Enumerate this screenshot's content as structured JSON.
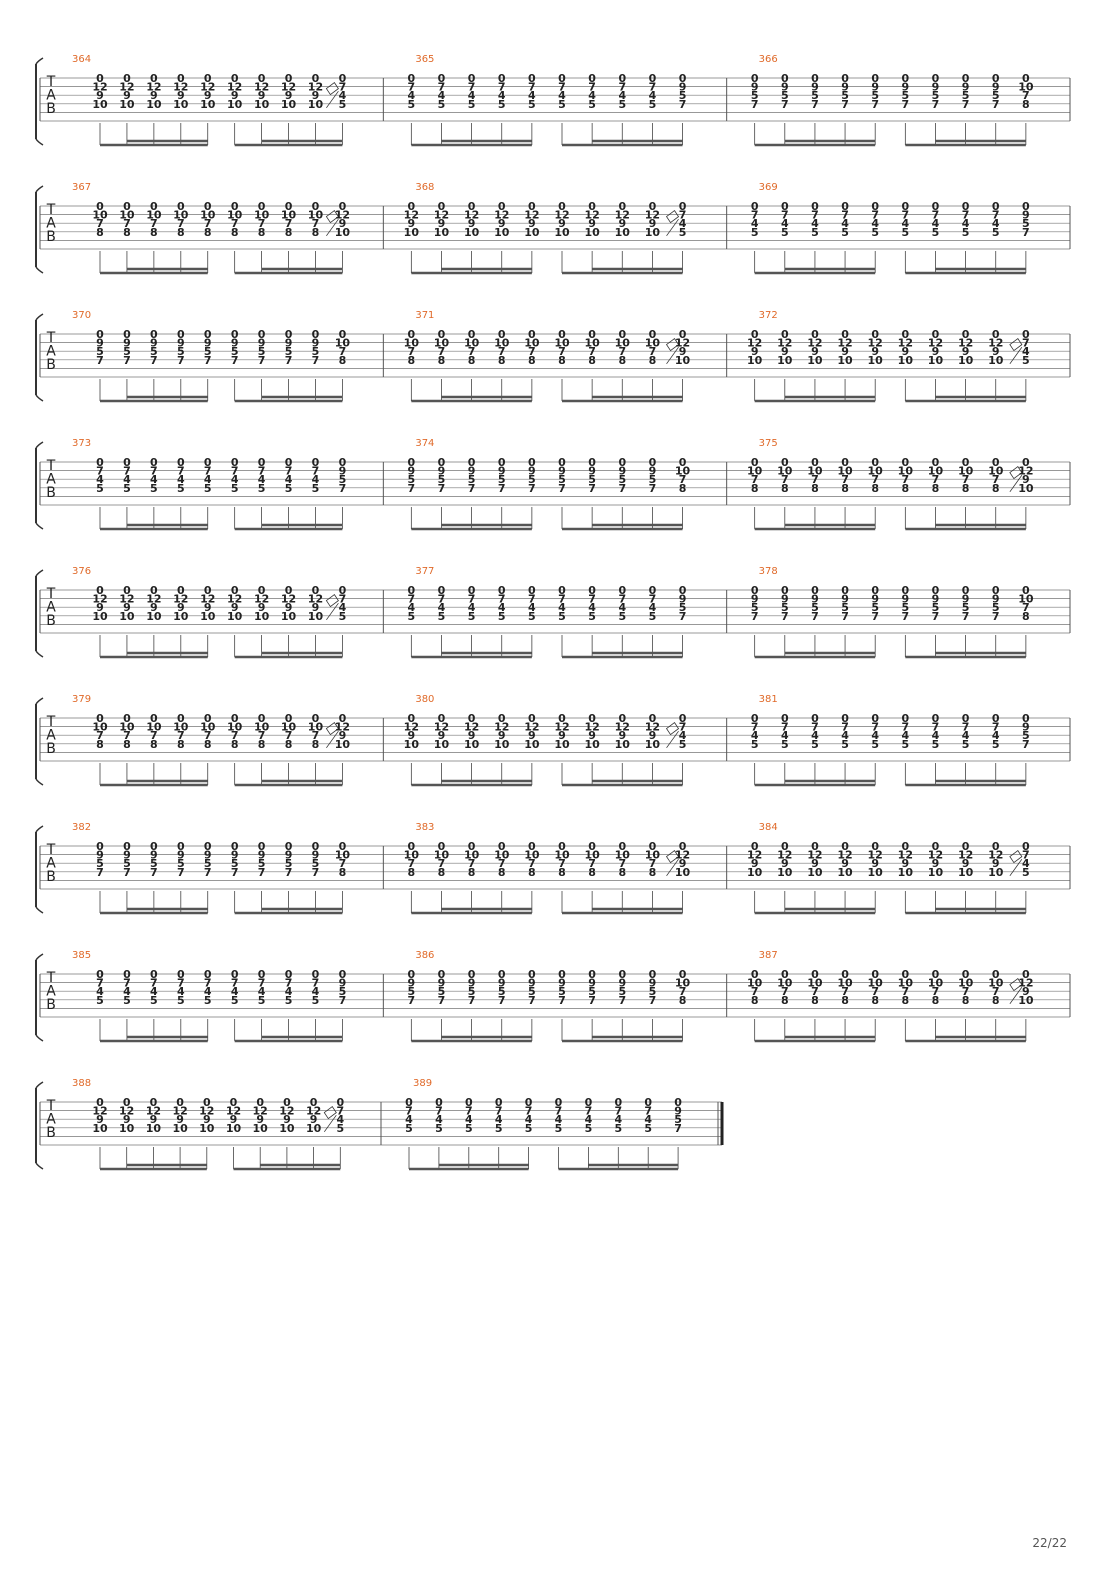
{
  "page": {
    "number": "22/22"
  },
  "tab_clef": [
    "T",
    "A",
    "B"
  ],
  "colors": {
    "measure_number": "#e06a2a",
    "ink": "#222222",
    "line": "#777777",
    "beam": "#555555"
  },
  "measures": [
    {
      "number": "364",
      "top": "0",
      "mid": "12",
      "low1": "9",
      "low2": "10",
      "end_top": "7",
      "end_mid": "4",
      "end_low": "5"
    },
    {
      "number": "365",
      "top": "0",
      "mid": "7",
      "low1": "4",
      "low2": "5",
      "last_mid": "9",
      "last_low1": "5",
      "last_low2": "7"
    },
    {
      "number": "366",
      "top": "0",
      "mid": "9",
      "low1": "5",
      "low2": "7",
      "last_mid": "10",
      "last_low1": "7",
      "last_low2": "8"
    },
    {
      "number": "367",
      "top": "0",
      "mid": "10",
      "low1": "7",
      "low2": "8",
      "end_top": "12",
      "end_mid": "9",
      "end_low": "10"
    },
    {
      "number": "368",
      "top": "0",
      "mid": "12",
      "low1": "9",
      "low2": "10",
      "end_top": "7",
      "end_mid": "4",
      "end_low": "5"
    },
    {
      "number": "369",
      "top": "0",
      "mid": "7",
      "low1": "4",
      "low2": "5",
      "last_mid": "9",
      "last_low1": "5",
      "last_low2": "7"
    },
    {
      "number": "370",
      "top": "0",
      "mid": "9",
      "low1": "5",
      "low2": "7",
      "last_mid": "10",
      "last_low1": "7",
      "last_low2": "8"
    },
    {
      "number": "371",
      "top": "0",
      "mid": "10",
      "low1": "7",
      "low2": "8",
      "end_top": "12",
      "end_mid": "9",
      "end_low": "10"
    },
    {
      "number": "372",
      "top": "0",
      "mid": "12",
      "low1": "9",
      "low2": "10",
      "end_top": "7",
      "end_mid": "4",
      "end_low": "5"
    },
    {
      "number": "373",
      "top": "0",
      "mid": "7",
      "low1": "4",
      "low2": "5",
      "last_mid": "9",
      "last_low1": "5",
      "last_low2": "7"
    },
    {
      "number": "374",
      "top": "0",
      "mid": "9",
      "low1": "5",
      "low2": "7",
      "last_mid": "10",
      "last_low1": "7",
      "last_low2": "8"
    },
    {
      "number": "375",
      "top": "0",
      "mid": "10",
      "low1": "7",
      "low2": "8",
      "end_top": "12",
      "end_mid": "9",
      "end_low": "10"
    },
    {
      "number": "376",
      "top": "0",
      "mid": "12",
      "low1": "9",
      "low2": "10",
      "end_top": "7",
      "end_mid": "4",
      "end_low": "5"
    },
    {
      "number": "377",
      "top": "0",
      "mid": "7",
      "low1": "4",
      "low2": "5",
      "last_mid": "9",
      "last_low1": "5",
      "last_low2": "7"
    },
    {
      "number": "378",
      "top": "0",
      "mid": "9",
      "low1": "5",
      "low2": "7",
      "last_mid": "10",
      "last_low1": "7",
      "last_low2": "8"
    },
    {
      "number": "379",
      "top": "0",
      "mid": "10",
      "low1": "7",
      "low2": "8",
      "end_top": "12",
      "end_mid": "9",
      "end_low": "10"
    },
    {
      "number": "380",
      "top": "0",
      "mid": "12",
      "low1": "9",
      "low2": "10",
      "end_top": "7",
      "end_mid": "4",
      "end_low": "5"
    },
    {
      "number": "381",
      "top": "0",
      "mid": "7",
      "low1": "4",
      "low2": "5",
      "last_mid": "9",
      "last_low1": "5",
      "last_low2": "7"
    },
    {
      "number": "382",
      "top": "0",
      "mid": "9",
      "low1": "5",
      "low2": "7",
      "last_mid": "10",
      "last_low1": "7",
      "last_low2": "8"
    },
    {
      "number": "383",
      "top": "0",
      "mid": "10",
      "low1": "7",
      "low2": "8",
      "end_top": "12",
      "end_mid": "9",
      "end_low": "10"
    },
    {
      "number": "384",
      "top": "0",
      "mid": "12",
      "low1": "9",
      "low2": "10",
      "end_top": "7",
      "end_mid": "4",
      "end_low": "5"
    },
    {
      "number": "385",
      "top": "0",
      "mid": "7",
      "low1": "4",
      "low2": "5",
      "last_mid": "9",
      "last_low1": "5",
      "last_low2": "7"
    },
    {
      "number": "386",
      "top": "0",
      "mid": "9",
      "low1": "5",
      "low2": "7",
      "last_mid": "10",
      "last_low1": "7",
      "last_low2": "8"
    },
    {
      "number": "387",
      "top": "0",
      "mid": "10",
      "low1": "7",
      "low2": "8",
      "end_top": "12",
      "end_mid": "9",
      "end_low": "10"
    },
    {
      "number": "388",
      "top": "0",
      "mid": "12",
      "low1": "9",
      "low2": "10",
      "end_top": "7",
      "end_mid": "4",
      "end_low": "5"
    },
    {
      "number": "389",
      "top": "0",
      "mid": "7",
      "low1": "4",
      "low2": "5",
      "last_mid": "9",
      "last_low1": "5",
      "last_low2": "7"
    }
  ]
}
